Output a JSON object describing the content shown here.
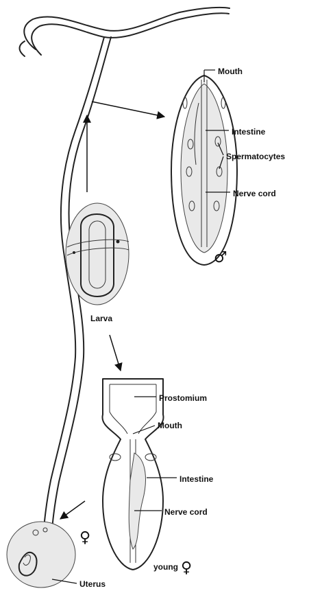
{
  "labels": {
    "male_mouth": "Mouth",
    "male_intestine": "Intestine",
    "spermatocytes": "Spermatocytes",
    "male_nerve_cord": "Nerve cord",
    "larva": "Larva",
    "prostomium": "Prostomium",
    "female_mouth": "Mouth",
    "female_intestine": "Intestine",
    "female_nerve_cord": "Nerve cord",
    "young_female": "young",
    "uterus": "Uterus"
  },
  "symbols": {
    "male": "♂",
    "female": "♀",
    "young_female": "♀"
  }
}
